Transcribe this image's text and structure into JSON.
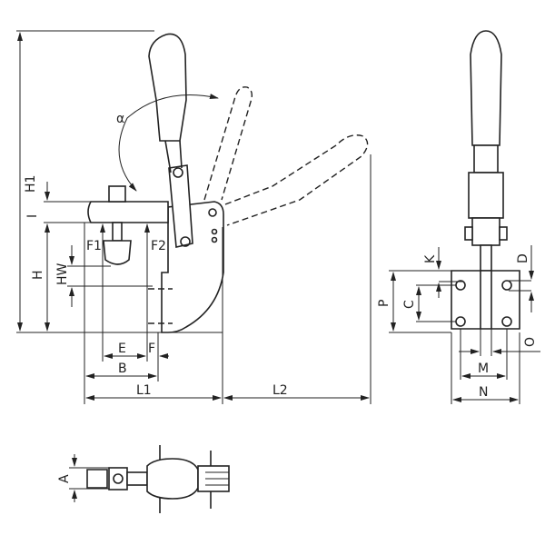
{
  "title": "Vertical toggle clamp dimension drawing",
  "labels": {
    "H1": "H1",
    "alpha": "α",
    "I": "I",
    "F1": "F1",
    "F2": "F2",
    "H": "H",
    "HW": "HW",
    "E": "E",
    "F": "F",
    "B": "B",
    "L1": "L1",
    "L2": "L2",
    "K": "K",
    "D": "D",
    "P": "P",
    "C": "C",
    "O": "O",
    "M": "M",
    "N": "N",
    "A": "A"
  },
  "colors": {
    "line": "#222222",
    "background": "#ffffff"
  }
}
